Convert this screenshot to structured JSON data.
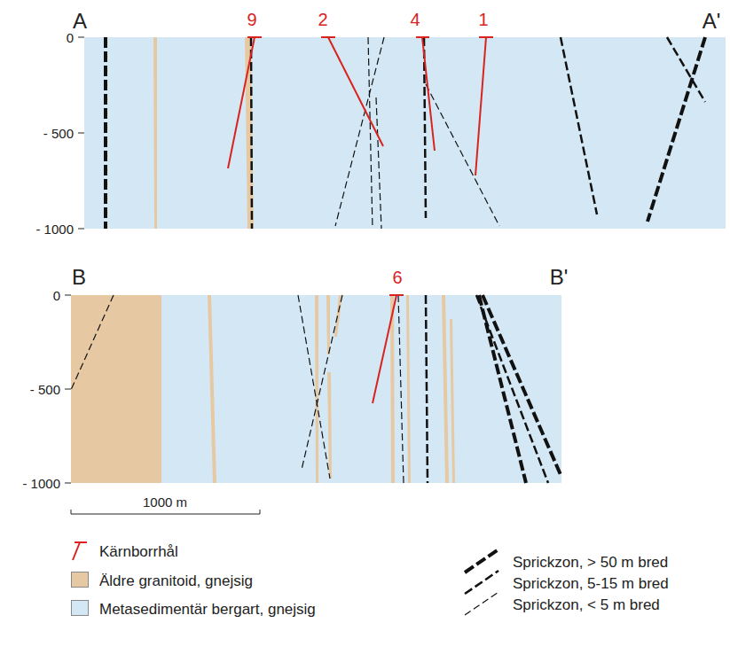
{
  "diagram": {
    "labels": [
      "A",
      "9",
      "2",
      "4",
      "1",
      "A'",
      "0",
      "- 500",
      "- 1000",
      "B",
      "6",
      "B'",
      "0",
      "- 500",
      "- 1000",
      "1000 m"
    ],
    "legend": [
      {
        "text": "Kärnborrhål"
      },
      {
        "text": "Äldre granitoid, gnejsig",
        "color": "#e6c9a2"
      },
      {
        "text": "Metasedimentär bergart, gnejsig",
        "color": "#d3e8f4"
      },
      {
        "text": "Sprickzon, > 50 m bred"
      },
      {
        "text": "Sprickzon, 5-15 m bred"
      },
      {
        "text": "Sprickzon, < 5 m bred"
      }
    ]
  }
}
